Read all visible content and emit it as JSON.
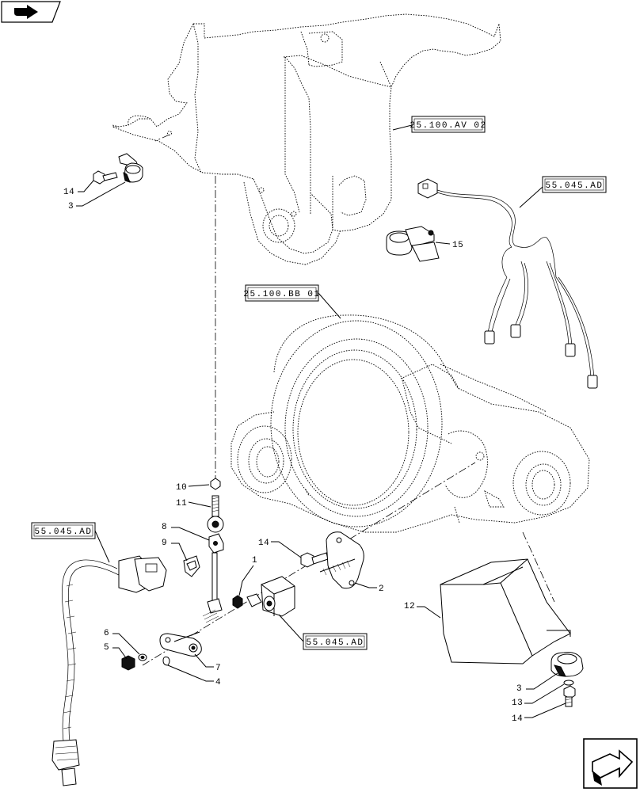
{
  "diagram": {
    "reference_boxes": [
      {
        "id": "ref_av02",
        "text": "25.100.AV 02"
      },
      {
        "id": "ref_bb01",
        "text": "25.100.BB 01"
      },
      {
        "id": "ref_ad_top",
        "text": "55.045.AD"
      },
      {
        "id": "ref_ad_left",
        "text": "55.045.AD"
      },
      {
        "id": "ref_ad_mid",
        "text": "55.045.AD"
      }
    ],
    "callouts": {
      "c1": "1",
      "c2": "2",
      "c3a": "3",
      "c3b": "3",
      "c4": "4",
      "c5": "5",
      "c6": "6",
      "c7": "7",
      "c8": "8",
      "c9": "9",
      "c10": "10",
      "c11": "11",
      "c12": "12",
      "c13": "13",
      "c14a": "14",
      "c14b": "14",
      "c14c": "14",
      "c15": "15"
    },
    "icons": {
      "top_left": "folded-page-arrow-icon",
      "bottom_right": "next-page-arrow-icon"
    }
  }
}
